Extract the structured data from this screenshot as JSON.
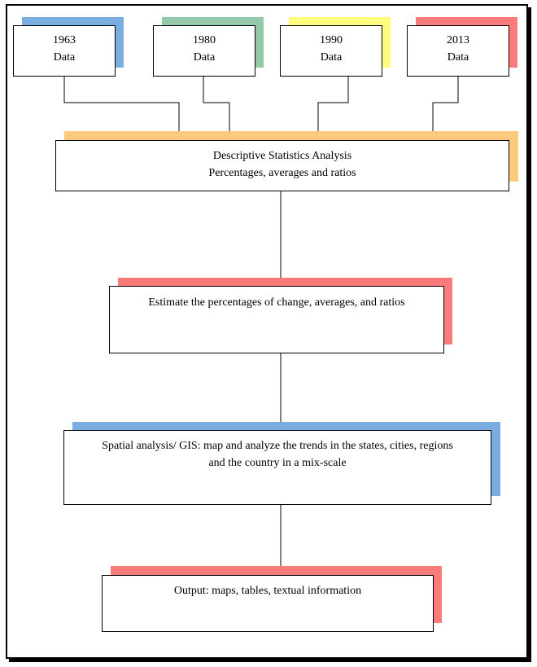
{
  "colors": {
    "blue": "#7aaee0",
    "green": "#92c9a9",
    "yellow": "#fdfd7d",
    "red": "#fb7b7b",
    "orange": "#fbca7d"
  },
  "data_sources": [
    {
      "year": "1963",
      "label": "Data",
      "shadow_color": "blue"
    },
    {
      "year": "1980",
      "label": "Data",
      "shadow_color": "green"
    },
    {
      "year": "1990",
      "label": "Data",
      "shadow_color": "yellow"
    },
    {
      "year": "2013",
      "label": "Data",
      "shadow_color": "red"
    }
  ],
  "steps": [
    {
      "lines": [
        "Descriptive Statistics Analysis",
        "Percentages, averages and ratios"
      ],
      "shadow_color": "orange"
    },
    {
      "lines": [
        "Estimate the percentages of change, averages, and ratios"
      ],
      "shadow_color": "red"
    },
    {
      "lines": [
        "Spatial analysis/ GIS: map and analyze the trends in the states, cities, regions",
        "and the country in a mix-scale"
      ],
      "shadow_color": "blue"
    },
    {
      "lines": [
        "Output: maps, tables, textual information"
      ],
      "shadow_color": "red"
    }
  ]
}
